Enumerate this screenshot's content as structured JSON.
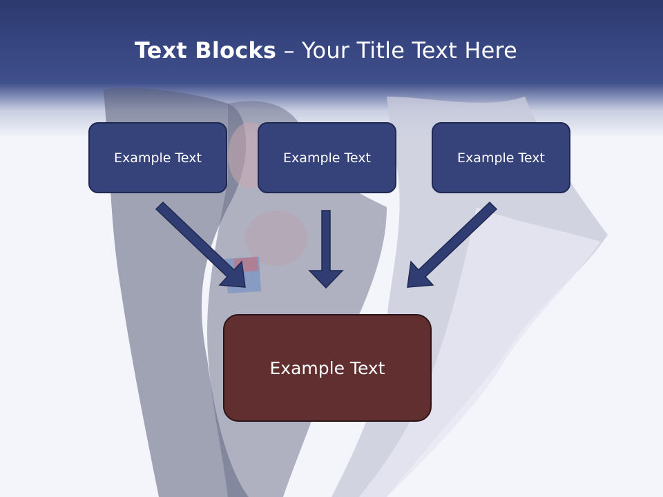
{
  "slide": {
    "title_bold": "Text Blocks",
    "title_rest": " – Your Title Text Here",
    "blocks": [
      {
        "label": "Example Text"
      },
      {
        "label": "Example Text"
      },
      {
        "label": "Example Text"
      }
    ],
    "main_block": {
      "label": "Example Text"
    },
    "colors": {
      "header": "#3f4f8c",
      "block_fill": "#36437a",
      "main_fill": "#622f31",
      "arrow": "#2f3d73"
    }
  }
}
